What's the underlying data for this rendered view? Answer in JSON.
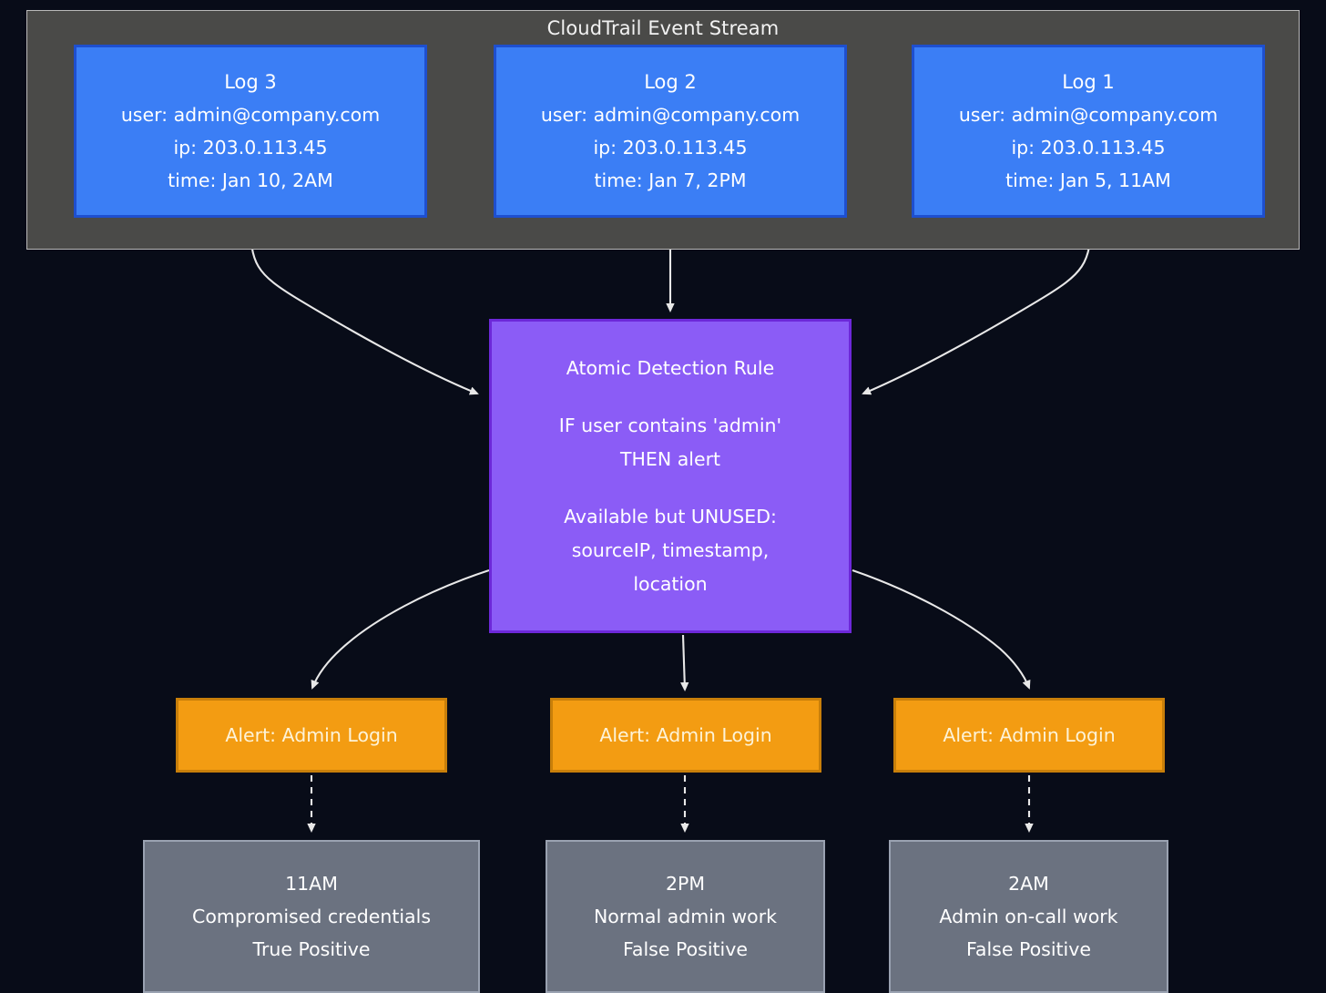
{
  "diagram": {
    "title": "CloudTrail Event Stream",
    "background_color": "#080c18",
    "cluster": {
      "label": "CloudTrail Event Stream",
      "fill": "#4a4a48",
      "stroke": "#b9b9b9"
    },
    "logs": [
      {
        "id": "log3",
        "title": "Log 3",
        "user": "user: admin@company.com",
        "ip": "ip: 203.0.113.45",
        "time": "time: Jan 10, 2AM",
        "fill": "#3b7ef5",
        "stroke": "#1e4fcf"
      },
      {
        "id": "log2",
        "title": "Log 2",
        "user": "user: admin@company.com",
        "ip": "ip: 203.0.113.45",
        "time": "time: Jan 7, 2PM",
        "fill": "#3b7ef5",
        "stroke": "#1e4fcf"
      },
      {
        "id": "log1",
        "title": "Log 1",
        "user": "user: admin@company.com",
        "ip": "ip: 203.0.113.45",
        "time": "time: Jan 5, 11AM",
        "fill": "#3b7ef5",
        "stroke": "#1e4fcf"
      }
    ],
    "rule": {
      "title": "Atomic Detection Rule",
      "condition_line1": "IF user contains 'admin'",
      "condition_line2": "THEN alert",
      "unused_header": "Available but UNUSED:",
      "unused_line1": "sourceIP, timestamp,",
      "unused_line2": "location",
      "fill": "#8b5cf6",
      "stroke": "#6d28d9"
    },
    "alerts": [
      {
        "id": "alert1",
        "label": "Alert: Admin Login",
        "fill": "#f39c12",
        "stroke": "#c87f0a"
      },
      {
        "id": "alert2",
        "label": "Alert: Admin Login",
        "fill": "#f39c12",
        "stroke": "#c87f0a"
      },
      {
        "id": "alert3",
        "label": "Alert: Admin Login",
        "fill": "#f39c12",
        "stroke": "#c87f0a"
      }
    ],
    "outcomes": [
      {
        "id": "out1",
        "time": "11AM",
        "description": "Compromised credentials",
        "verdict": "True Positive",
        "fill": "#6b7280",
        "stroke": "#9aa2b1"
      },
      {
        "id": "out2",
        "time": "2PM",
        "description": "Normal admin work",
        "verdict": "False Positive",
        "fill": "#6b7280",
        "stroke": "#9aa2b1"
      },
      {
        "id": "out3",
        "time": "2AM",
        "description": "Admin on-call work",
        "verdict": "False Positive",
        "fill": "#6b7280",
        "stroke": "#9aa2b1"
      }
    ],
    "edges": {
      "solid_color": "#e8e8e8",
      "dashed_color": "#e8e8e8"
    }
  }
}
